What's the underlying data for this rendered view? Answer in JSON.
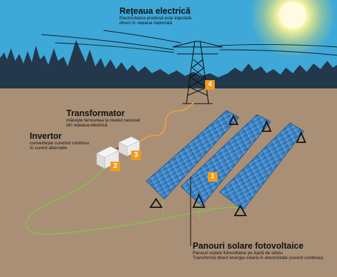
{
  "grid": {
    "title": "Rețeaua electrică",
    "desc_line1": "Electricitatea produsă este injectată",
    "desc_line2": "direct în rețeaua națională"
  },
  "transformer": {
    "title": "Transformator",
    "desc_line1": "mărește tensiunea la nivelul necesar",
    "desc_line2": "din rețeaua electrică"
  },
  "inverter": {
    "title": "Invertor",
    "desc_line1": "convertește curentul continuu",
    "desc_line2": "în curent alternativ"
  },
  "panels": {
    "title": "Panouri solare fotovoltaice",
    "desc_line1": "Panouri solare fotovoltaice pe bază de siliciu",
    "desc_line2": "Transformă direct energia solară în electricitate (curent continuu)."
  },
  "badges": {
    "panels": "1",
    "inverter": "2",
    "transformer": "3",
    "grid": "4"
  },
  "colors": {
    "sky": "#3ea8d8",
    "ground": "#a98f76",
    "trees": "#23384a",
    "panel": "#2f79c0",
    "badge": "#f29a1c",
    "dc_wire": "#86c24a",
    "ac_wire": "#f2a23a",
    "sun": "#ffe95a"
  }
}
